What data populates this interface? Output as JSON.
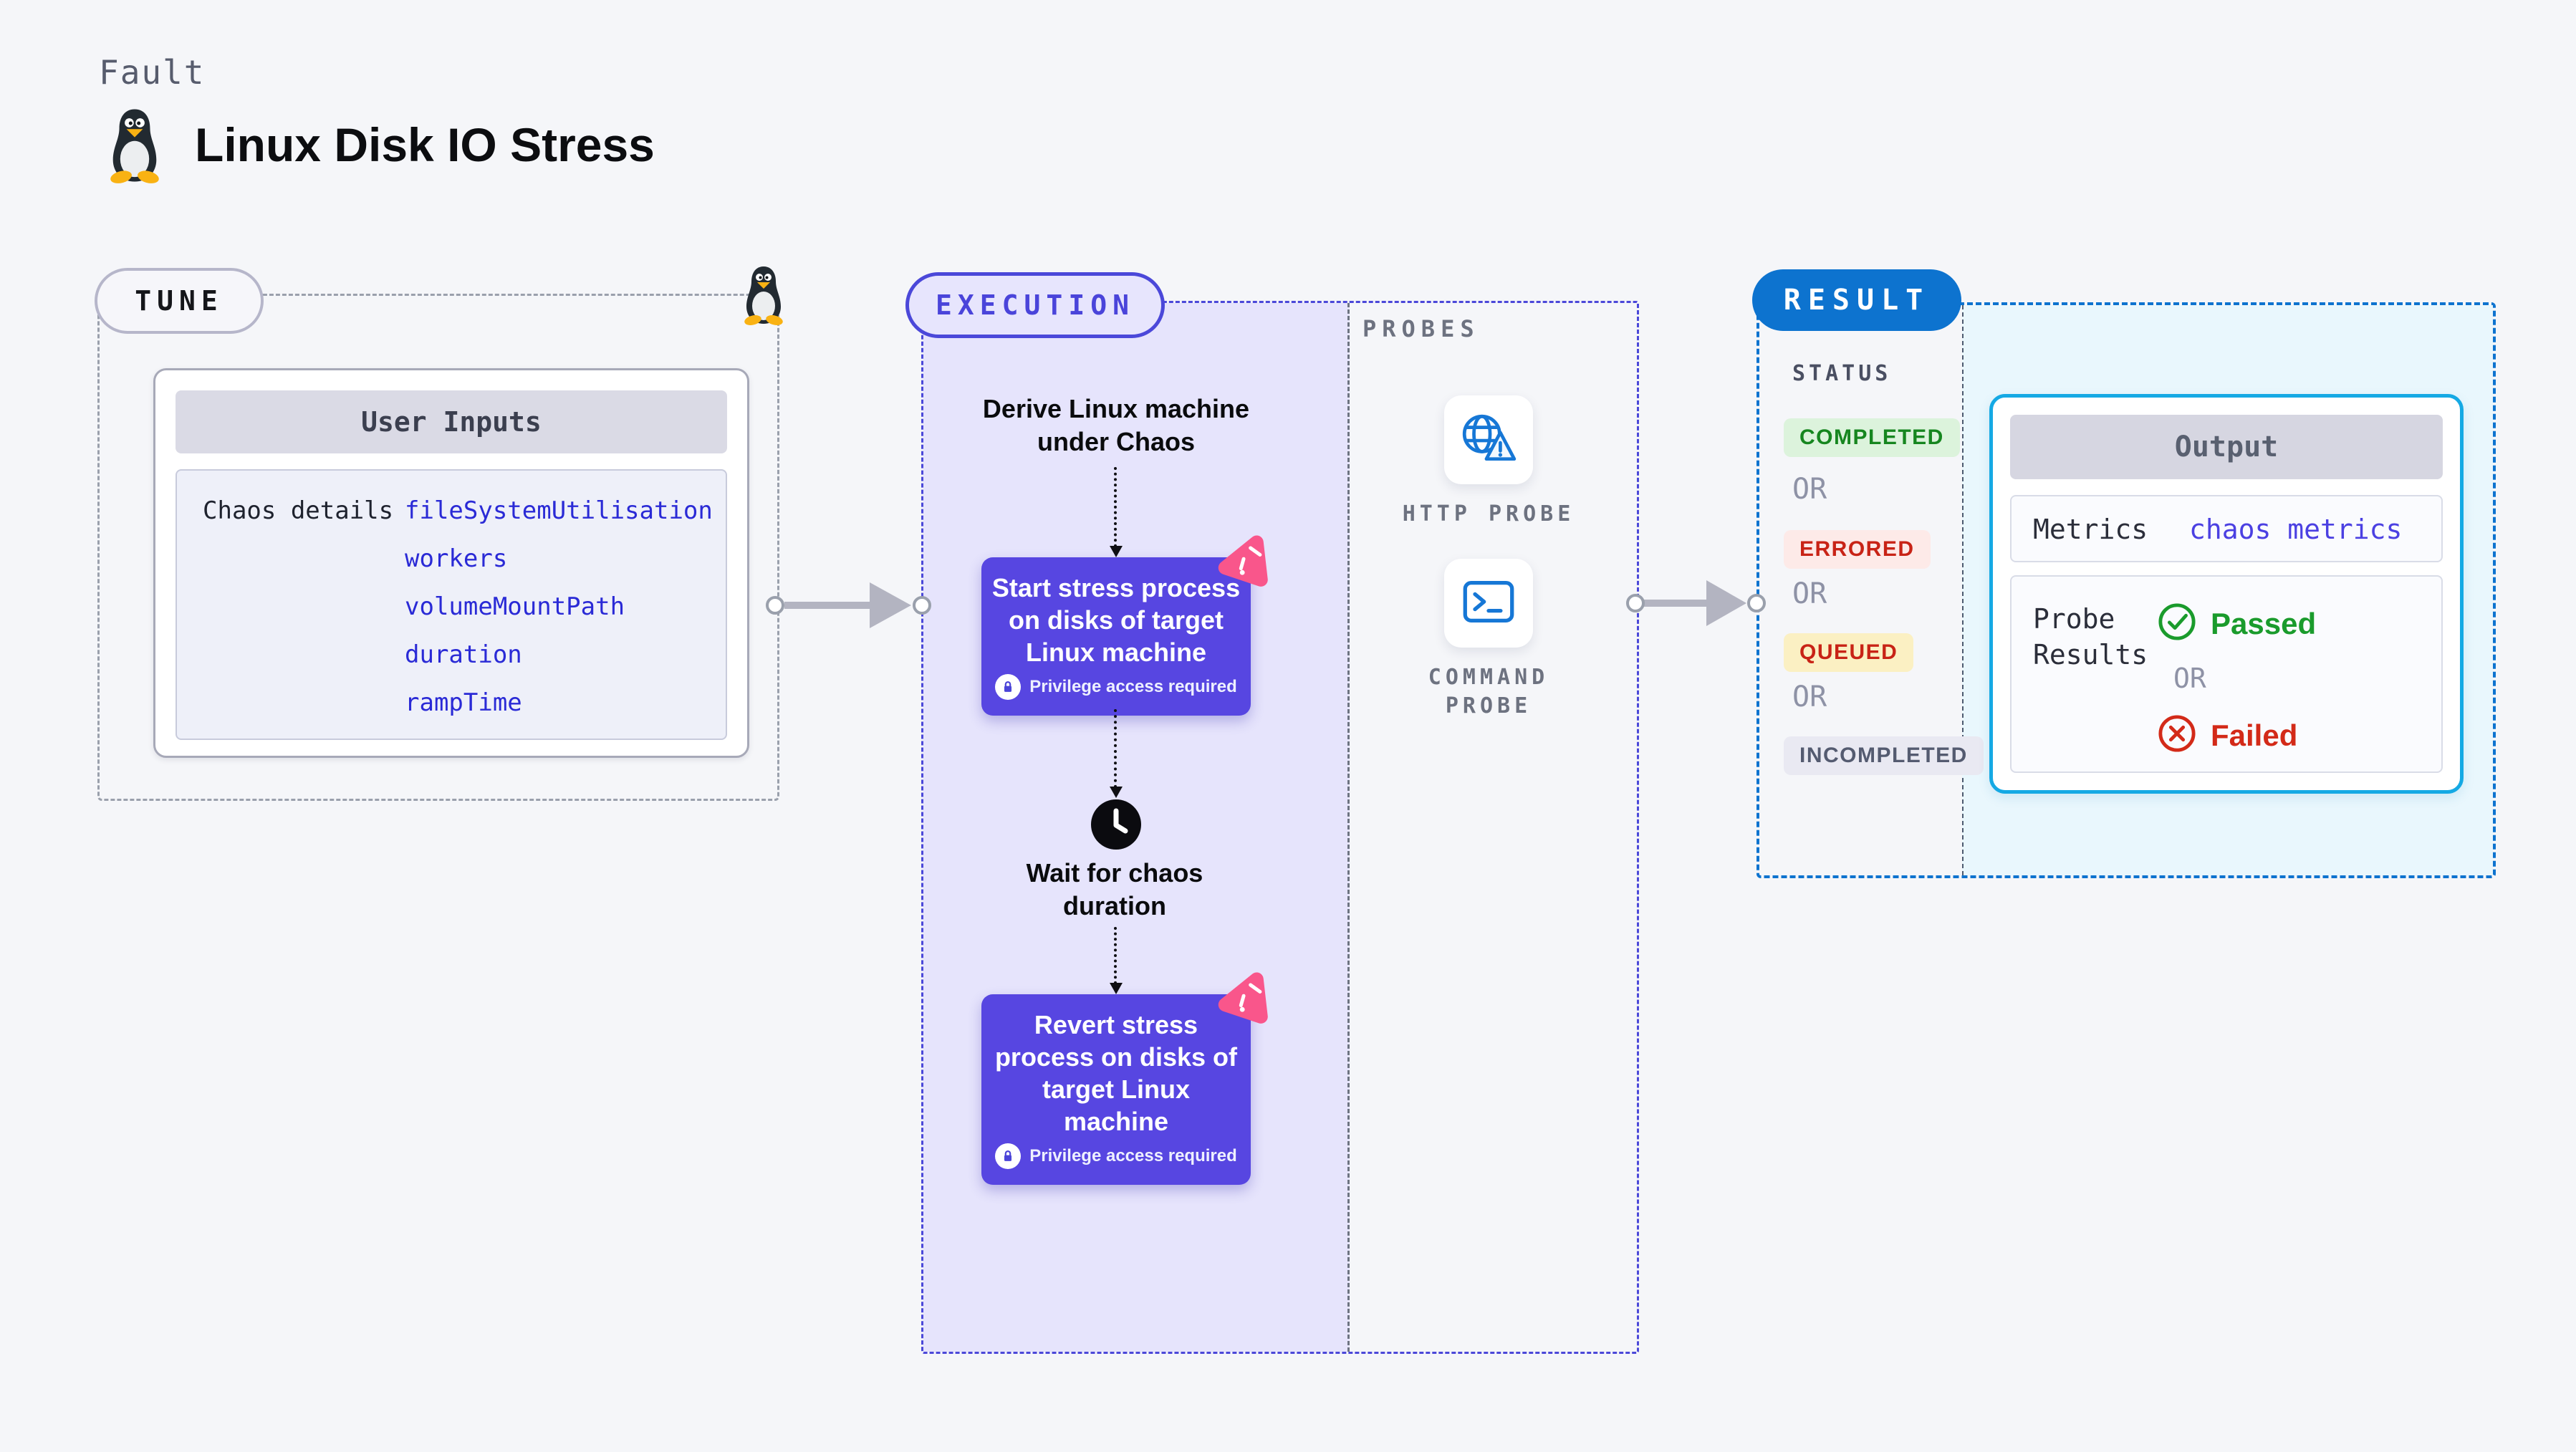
{
  "page": {
    "background": "#f5f6f9"
  },
  "header": {
    "eyebrow": "Fault",
    "title": "Linux Disk IO Stress"
  },
  "icons": {
    "logo": "tux-penguin",
    "tune_corner": "tux-penguin",
    "step_badge": "litmus-chaos",
    "privilege": "lock",
    "wait": "clock",
    "http_probe": "globe-alert",
    "command_probe": "terminal",
    "passed": "check-circle",
    "failed": "x-circle",
    "connector": "arrow-right"
  },
  "tune": {
    "badge": "TUNE",
    "panel_title": "User Inputs",
    "row_label": "Chaos details",
    "inputs": [
      "fileSystemUtilisation",
      "workers",
      "volumeMountPath",
      "duration",
      "rampTime"
    ],
    "value_color": "#2a2ad6"
  },
  "execution": {
    "badge": "EXECUTION",
    "accent": "#4b48d9",
    "flow_bg": "#e6e4fc",
    "step_color": "#5746e1",
    "derive_label": "Derive Linux machine under Chaos",
    "wait_label": "Wait for chaos duration",
    "steps": [
      {
        "label": "Start stress process on disks of target Linux machine",
        "note": "Privilege access required"
      },
      {
        "label": "Revert stress process on disks of target Linux machine",
        "note": "Privilege access required"
      }
    ]
  },
  "probes": {
    "title": "PROBES",
    "items": [
      {
        "label": "HTTP PROBE"
      },
      {
        "label": "COMMAND PROBE"
      }
    ]
  },
  "result": {
    "badge": "RESULT",
    "accent": "#0d73cf",
    "panel_bg": "#e9f7fd",
    "status_title": "STATUS",
    "or_label": "OR",
    "statuses": [
      {
        "label": "COMPLETED",
        "bg": "#dcf3dc",
        "color": "#16861f"
      },
      {
        "label": "ERRORED",
        "bg": "#fdeae8",
        "color": "#c82316"
      },
      {
        "label": "QUEUED",
        "bg": "#fbf0c3",
        "color": "#c82316"
      },
      {
        "label": "INCOMPLETED",
        "bg": "#e9e9f2",
        "color": "#545b70"
      }
    ],
    "output": {
      "title": "Output",
      "metrics_label": "Metrics",
      "metrics_value": "chaos metrics",
      "metrics_value_color": "#4b40e2",
      "probe_results_label": "Probe Results",
      "passed_label": "Passed",
      "passed_color": "#1a9b2c",
      "failed_label": "Failed",
      "failed_color": "#d32a18"
    }
  }
}
